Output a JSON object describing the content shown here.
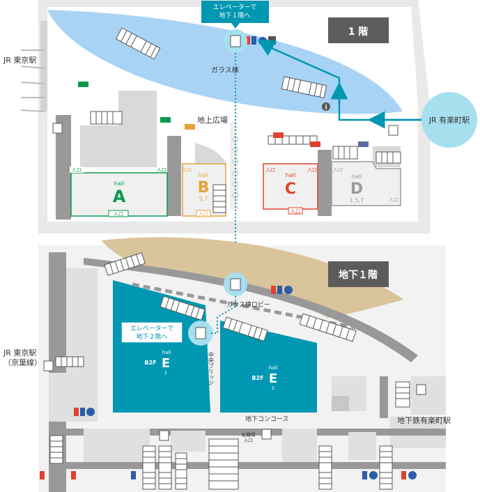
{
  "floors": {
    "f1": "1 階",
    "b1": "地下１階"
  },
  "labels": {
    "jr_tokyo": "JR 東京駅",
    "jr_tokyo_keiyo_line1": "JR 東京駅",
    "jr_tokyo_keiyo_line2": "（京葉線）",
    "jr_yurakucho": "JR 有楽町駅",
    "glass_building": "ガラス棟",
    "ground_plaza": "地上広場",
    "glass_lobby": "ガラス棟ロビー",
    "central_bridge": "中央ブリッジ",
    "underground_concourse": "地下コンコース",
    "subway_yurakucho": "地下鉄有楽町駅",
    "elev_b1_1": "エレベーターで",
    "elev_b1_2": "地下１階へ",
    "elev_b2_1": "エレベーターで",
    "elev_b2_2": "地下２階へ",
    "entrance": "入口",
    "bike_entrance_1": "駐輪場",
    "bike_entrance_2": "入口"
  },
  "halls": {
    "a": {
      "caption": "hall",
      "letter": "A",
      "sub": ""
    },
    "b": {
      "caption": "hall",
      "letter": "B",
      "sub": "5,7"
    },
    "c": {
      "caption": "hall",
      "letter": "C",
      "sub": ""
    },
    "d": {
      "caption": "hall",
      "letter": "D",
      "sub": "1,5,7"
    },
    "e1": {
      "caption": "hall",
      "prefix": "B2F",
      "letter": "E",
      "sub": "1"
    },
    "e2": {
      "caption": "hall",
      "prefix": "B2F",
      "letter": "E",
      "sub": "2"
    }
  },
  "colors": {
    "teal": "#0097b2",
    "light_blue": "#a9d3f5",
    "circle": "#a6dfee",
    "green": "#0a9a4e",
    "orange": "#e8a23b",
    "red": "#e0432d",
    "gray_d": "#9a9a9a",
    "tan": "#d9c49c",
    "wall": "#999999",
    "light": "#e6e6e6",
    "dark_badge": "#5c5c5c"
  }
}
